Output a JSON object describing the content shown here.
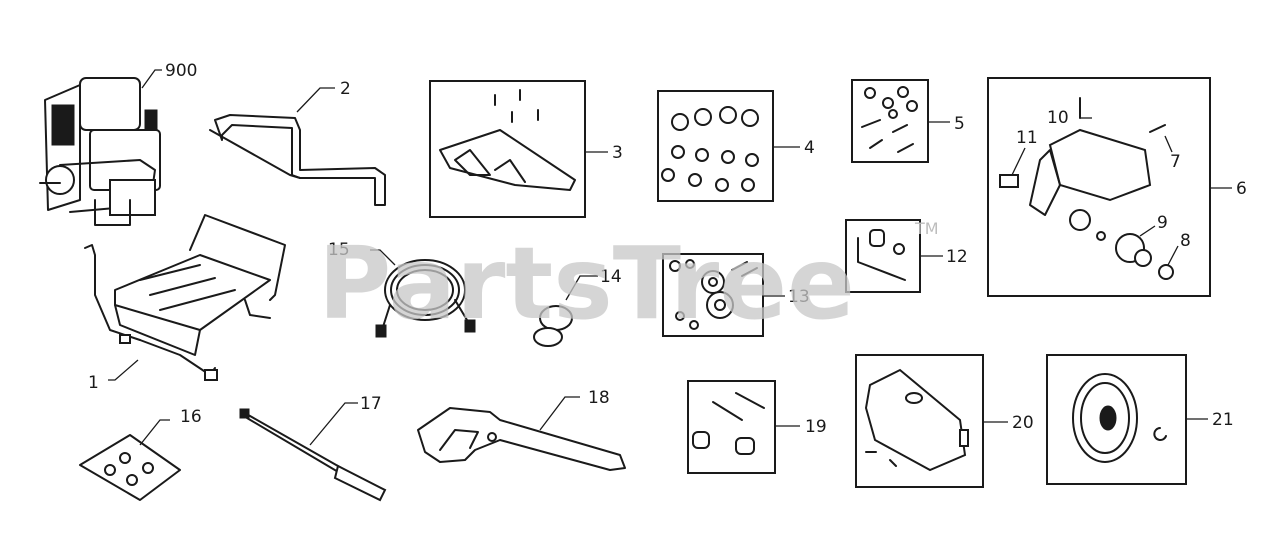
{
  "watermark": {
    "text": "PartsTree",
    "tm": "TM"
  },
  "labels": {
    "p900": "900",
    "p1": "1",
    "p2": "2",
    "p3": "3",
    "p4": "4",
    "p5": "5",
    "p6": "6",
    "p7": "7",
    "p8": "8",
    "p9": "9",
    "p10": "10",
    "p11": "11",
    "p12": "12",
    "p13": "13",
    "p14": "14",
    "p15": "15",
    "p16": "16",
    "p17": "17",
    "p18": "18",
    "p19": "19",
    "p20": "20",
    "p21": "21"
  }
}
